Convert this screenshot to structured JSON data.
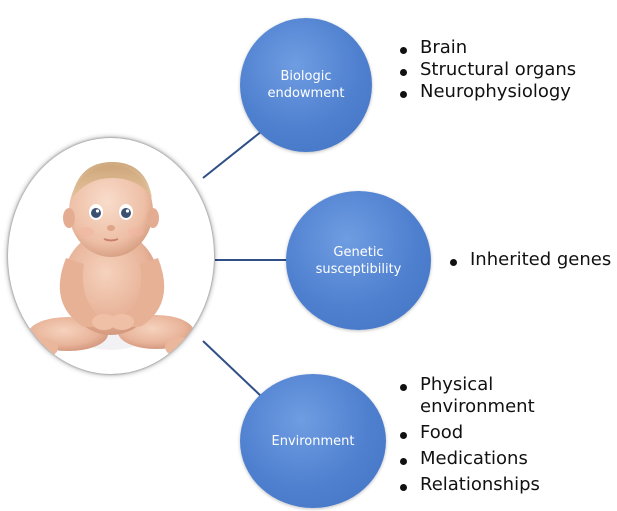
{
  "colors": {
    "node_fill": "#4f80cf",
    "node_highlight": "#6f9de2",
    "connector": "#2f4f86",
    "text": "#111111",
    "node_text": "#ffffff"
  },
  "central": {
    "image": "baby-photo"
  },
  "nodes": [
    {
      "label": "Biologic\nendowment",
      "bullets": [
        "Brain",
        "Structural organs",
        "Neurophysiology"
      ]
    },
    {
      "label": "Genetic\nsusceptibility",
      "bullets": [
        "Inherited genes"
      ]
    },
    {
      "label": "Environment",
      "bullets": [
        "Physical\nenvironment",
        "Food",
        "Medications",
        "Relationships"
      ]
    }
  ]
}
